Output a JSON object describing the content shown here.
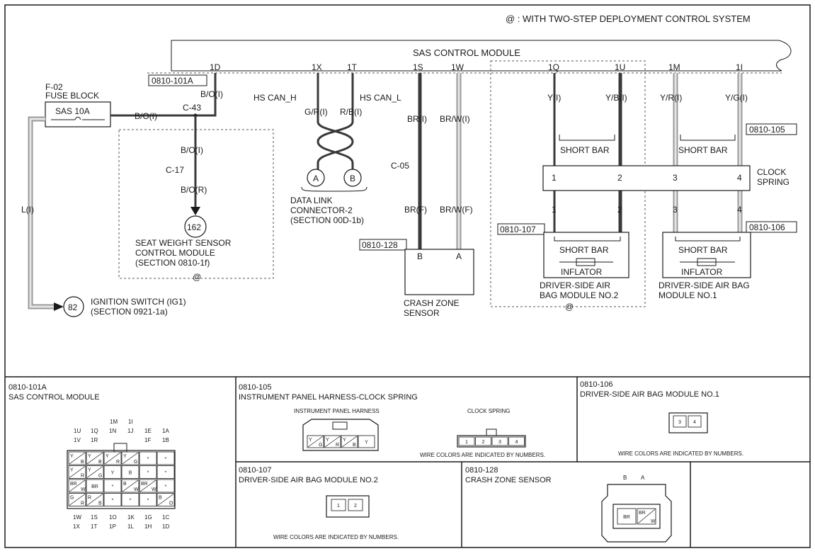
{
  "header_note": "@ : WITH TWO-STEP DEPLOYMENT CONTROL SYSTEM",
  "module": {
    "title": "SAS CONTROL MODULE",
    "connector_tag": "0810-101A",
    "pins": [
      "1D",
      "1X",
      "1T",
      "1S",
      "1W",
      "1Q",
      "1U",
      "1M",
      "1I"
    ]
  },
  "fuse": {
    "id": "F-02",
    "name": "FUSE BLOCK",
    "label": "SAS 10A"
  },
  "wires": {
    "bo_i": "B/O(I)",
    "bo_i_fuse": "B/O(I)",
    "bo_i_left": "B/O(I)",
    "bo_r": "B/O(R)",
    "l_i": "L(I)",
    "gr_i": "G/R(I)",
    "rb_i": "R/B(I)",
    "br_i": "BR(I)",
    "brw_i": "BR/W(I)",
    "br_f": "BR(F)",
    "brw_f": "BR/W(F)",
    "y_i": "Y(I)",
    "yb_i": "Y/B(I)",
    "yr_i": "Y/R(I)",
    "yg_i": "Y/G(I)"
  },
  "connectors": {
    "c43": "C-43",
    "c17": "C-17",
    "c05": "C-05",
    "c105": "0810-105",
    "c107": "0810-107",
    "c106": "0810-106",
    "c128": "0810-128"
  },
  "can": {
    "high": "HS CAN_H",
    "low": "HS CAN_L",
    "pin_a": "A",
    "pin_b": "B"
  },
  "data_link": {
    "line1": "DATA LINK",
    "line2": "CONNECTOR-2",
    "line3": "(SECTION 00D-1b)"
  },
  "seat_weight": {
    "ref": "162",
    "line1": "SEAT WEIGHT SENSOR",
    "line2": "CONTROL MODULE",
    "line3": "(SECTION 0810-1f)",
    "marker": "@"
  },
  "ignition": {
    "ref": "82",
    "line1": "IGNITION SWITCH (IG1)",
    "line2": "(SECTION 0921-1a)"
  },
  "crash_sensor": {
    "pin_b": "B",
    "pin_a": "A",
    "line1": "CRASH ZONE",
    "line2": "SENSOR"
  },
  "short_bar": "SHORT BAR",
  "clock_spring": {
    "line1": "CLOCK",
    "line2": "SPRING",
    "pins": [
      "1",
      "2",
      "3",
      "4"
    ]
  },
  "inflator": "INFLATOR",
  "airbag2": {
    "line1": "DRIVER-SIDE AIR",
    "line2": "BAG MODULE NO.2",
    "marker": "@"
  },
  "airbag1": {
    "line1": "DRIVER-SIDE AIR BAG",
    "line2": "MODULE NO.1"
  },
  "panels": {
    "p101a": {
      "code": "0810-101A",
      "title": "SAS CONTROL MODULE",
      "top_row1": [
        "1M",
        "1I"
      ],
      "top_row2": [
        "1U",
        "1Q",
        "1N",
        "1J",
        "1E",
        "1A"
      ],
      "top_row3": [
        "1V",
        "1R",
        "1F",
        "1B"
      ],
      "bottom_row1": [
        "1W",
        "1S",
        "1O",
        "1K",
        "1G",
        "1C"
      ],
      "bottom_row2": [
        "1X",
        "1T",
        "1P",
        "1L",
        "1H",
        "1D"
      ],
      "cells": [
        [
          "Y/B",
          "Y/B",
          "Y/R",
          "Y/G",
          "*",
          "*"
        ],
        [
          "Y/R",
          "Y/G",
          "Y",
          "B",
          "*",
          "*"
        ],
        [
          "BR/W",
          "BR",
          "*",
          "B/W",
          "BR/W",
          "*"
        ],
        [
          "G/R",
          "R/B",
          "*",
          "*",
          "*",
          "B/O"
        ]
      ]
    },
    "p105": {
      "code": "0810-105",
      "title": "INSTRUMENT PANEL HARNESS-CLOCK SPRING",
      "left_caption": "INSTRUMENT PANEL HARNESS",
      "right_caption": "CLOCK SPRING",
      "harness_cells": [
        "Y/G",
        "Y/R",
        "Y/B",
        "Y"
      ],
      "spring_cells": [
        "1",
        "2",
        "3",
        "4"
      ],
      "note": "WIRE COLORS ARE INDICATED BY NUMBERS."
    },
    "p106": {
      "code": "0810-106",
      "title": "DRIVER-SIDE AIR BAG MODULE NO.1",
      "cells": [
        "3",
        "4"
      ],
      "note": "WIRE COLORS ARE INDICATED BY NUMBERS."
    },
    "p107": {
      "code": "0810-107",
      "title": "DRIVER-SIDE AIR BAG MODULE NO.2",
      "cells": [
        "1",
        "2"
      ],
      "note": "WIRE COLORS ARE INDICATED BY NUMBERS."
    },
    "p128": {
      "code": "0810-128",
      "title": "CRASH ZONE SENSOR",
      "pin_b": "B",
      "pin_a": "A",
      "cells": [
        "BR",
        "BR/W"
      ]
    }
  }
}
